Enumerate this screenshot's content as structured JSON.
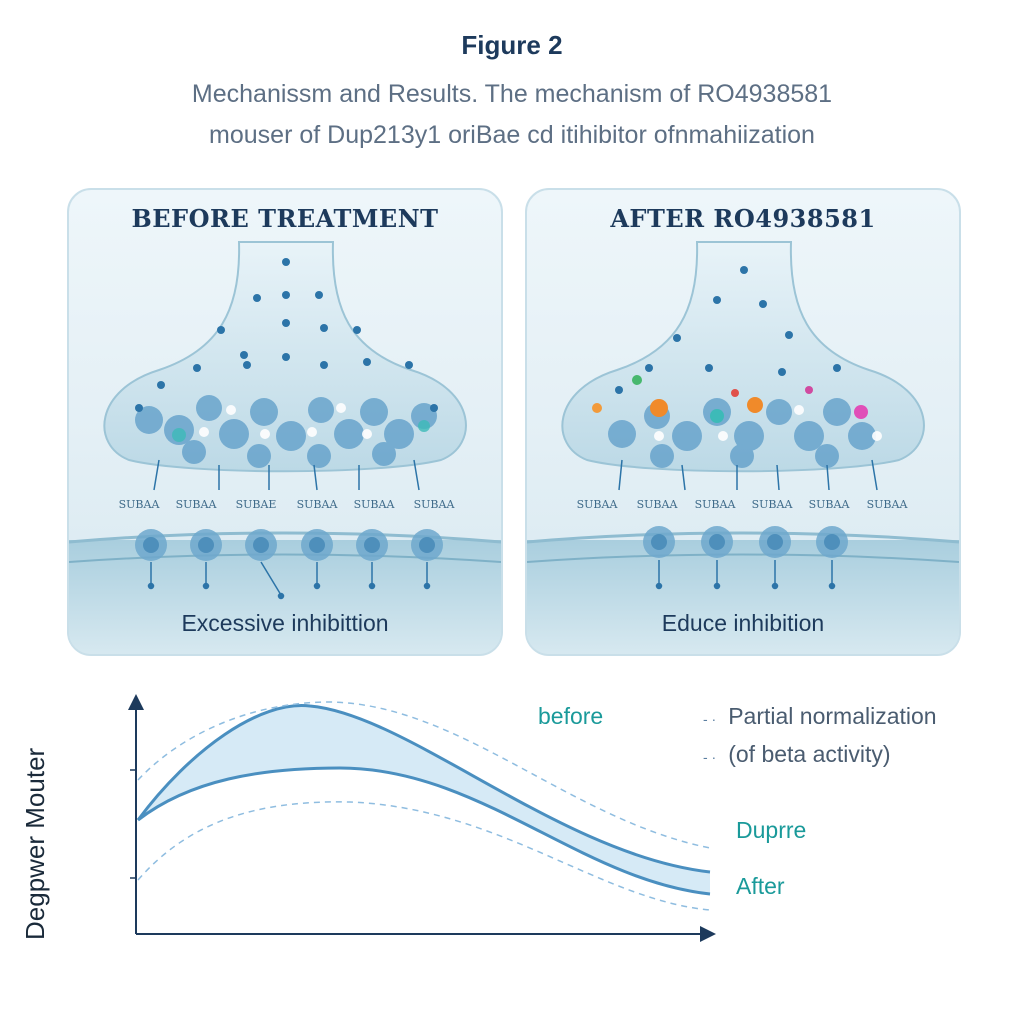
{
  "figure": {
    "title": "Figure 2",
    "caption_line1": "Mechanissm and Results. The mechanism of RO4938581",
    "caption_line2": "mouser of Dup213y1 oriBae cd itihibitor ofnmahiization"
  },
  "panels": {
    "before": {
      "title": "BEFORE TREATMENT",
      "footer": "Excessive inhibittion",
      "receptor_labels": [
        "SUBAA",
        "SUBAA",
        "SUBAE",
        "SUBAA",
        "SUBAA",
        "SUBAA"
      ]
    },
    "after": {
      "title": "AFTER RO4938581",
      "footer": "Educe inhibition",
      "receptor_labels": [
        "SUBAA",
        "SUBAA",
        "SUBAA",
        "SUBAA",
        "SUBAA",
        "SUBAA"
      ]
    }
  },
  "chart": {
    "y_axis_label": "Degpwer Mouter",
    "series_labels": {
      "before": "before",
      "dupre": "Duprre",
      "after": "After"
    },
    "legend": [
      "Partial normalization",
      "(of beta activity)"
    ]
  },
  "colors": {
    "accent_teal": "#1a9a9a",
    "curve_blue": "#4a8fc0",
    "fill_blue": "#cfe6f4"
  }
}
